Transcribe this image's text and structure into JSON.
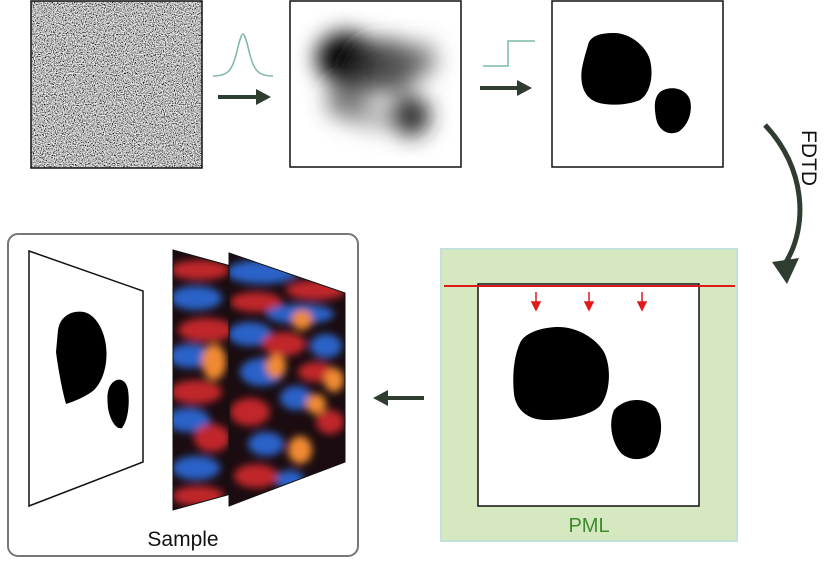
{
  "labels": {
    "fdtd": "FDTD",
    "pml": "PML",
    "sample": "Sample"
  },
  "colors": {
    "arrow": "#2f3d30",
    "curve": "#7ab8a8",
    "pml_fill": "#d5e8c0",
    "pml_border": "#c5e0d8",
    "pml_text": "#3e8a2c",
    "source_line": "#e01a1a",
    "field_red": "#c0282a",
    "field_blue": "#2a62c8",
    "field_orange": "#f08a30"
  },
  "icons": [
    "gaussian-curve-icon",
    "step-function-icon",
    "right-arrow-icon",
    "curved-arrow-icon",
    "left-arrow-icon",
    "down-arrow-icon"
  ]
}
